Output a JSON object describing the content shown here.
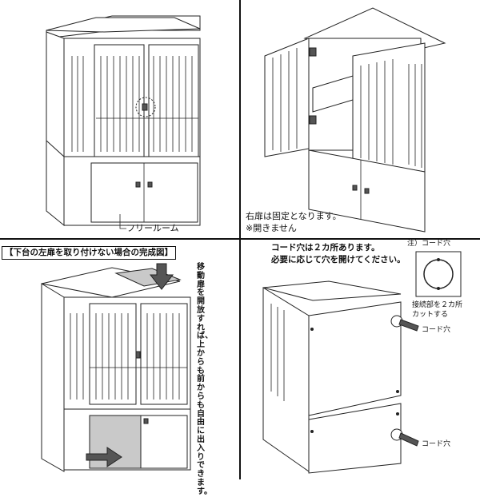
{
  "panel_top_left": {
    "callout": "フリールーム"
  },
  "panel_top_right": {
    "caption_line1": "右扉は固定となります。",
    "caption_line2": "※開きません"
  },
  "panel_bottom_left": {
    "title": "【下台の左扉を取り付けない場合の完成図】",
    "side_text": "移動扉を開放すれば、上からも前からも自由に出入りできます。"
  },
  "panel_bottom_right": {
    "heading_line1": "コード穴は２カ所あります。",
    "heading_line2": "必要に応じて穴を開けてください。",
    "note_title": "注）コード穴",
    "note_line1": "接続部を２カ所",
    "note_line2": "カットする",
    "callout_upper": "コード穴",
    "callout_lower": "コード穴"
  }
}
